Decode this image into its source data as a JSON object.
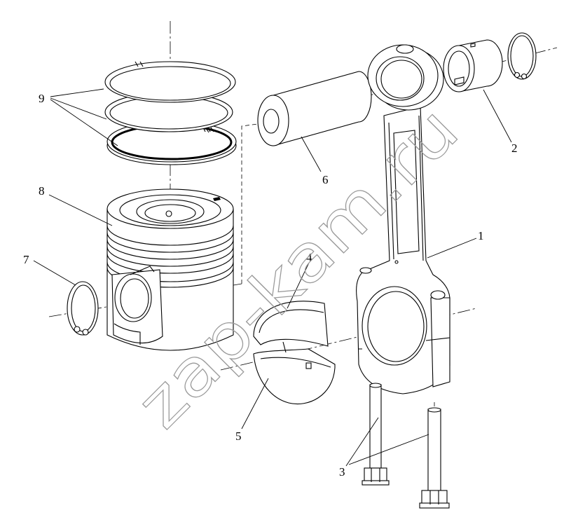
{
  "callouts": {
    "connecting_rod": "1",
    "bushing": "2",
    "bolts": "3",
    "upper_bearing_shell": "4",
    "lower_bearing_shell": "5",
    "piston_pin": "6",
    "circlip": "7",
    "piston": "8",
    "piston_rings": "9"
  },
  "watermark": "zap-kam.ru",
  "colors": {
    "line": "#000000",
    "watermark": "#9a9a9a",
    "background": "#ffffff"
  }
}
